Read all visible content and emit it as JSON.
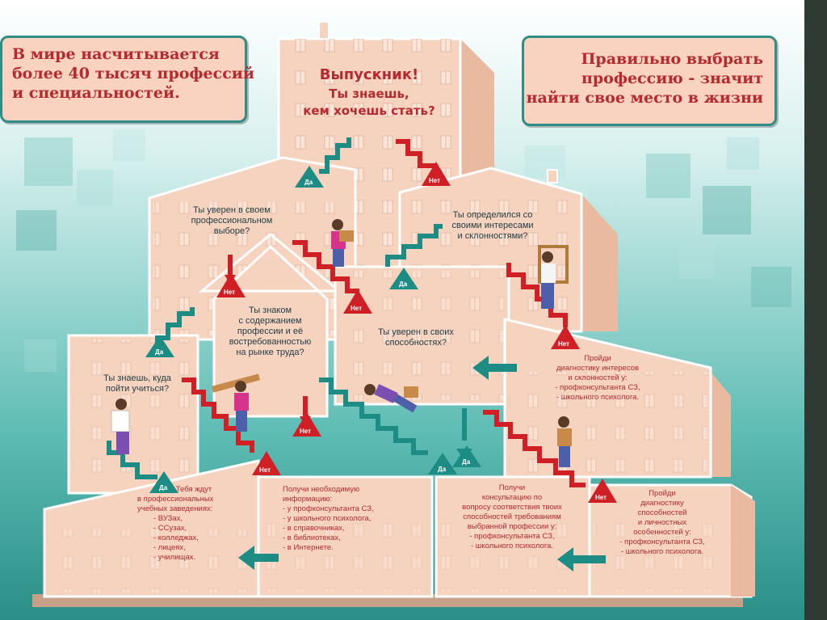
{
  "callouts": {
    "left": [
      "В мире насчитывается",
      "более 40 тысяч профессий",
      "и специальностей."
    ],
    "right": [
      "Правильно выбрать",
      "профессию - значит",
      "найти свое место в жизни"
    ]
  },
  "center": {
    "title": "Выпускник!",
    "subtitle": [
      "Ты знаешь,",
      "кем хочешь стать?"
    ]
  },
  "questions": {
    "q_confident_choice": [
      "Ты уверен в своем",
      "профессиональном",
      "выборе?"
    ],
    "q_interests": [
      "Ты определился со",
      "своими интересами",
      "и склонностями?"
    ],
    "q_familiar": [
      "Ты знаком",
      "с содержанием",
      "профессии и её",
      "востребованностью",
      "на рынке труда?"
    ],
    "q_abilities": [
      "Ты уверен в своих",
      "способностях?"
    ],
    "q_where_study": [
      "Ты знаешь, куда",
      "пойти учиться?"
    ]
  },
  "info": {
    "diag_interests": [
      "Пройди",
      "диагностику интересов",
      "и склонностей у:",
      "- профконсультанта СЗ,",
      "- школьного психолога."
    ],
    "diag_abilities": [
      "Пройди",
      "диагностику",
      "способностей",
      "и личностных",
      "особенностей у:",
      "- профконсультанта СЗ,",
      "- школьного психолога."
    ],
    "waiting": [
      "Тебя ждут",
      "в профессиональных",
      "учебных заведениях:",
      "- ВУЗах,",
      "- ССузах,",
      "- колледжах,",
      "- лицеях,",
      "- училищах."
    ],
    "get_info": [
      "Получи необходимую",
      "информацию:",
      "- у профконсультанта СЗ,",
      "- у школьного психолога,",
      "- в справочниках,",
      "- в библиотеках,",
      "- в Интернете."
    ],
    "consult": [
      "Получи",
      "консультацию по",
      "вопросу соответствия твоих",
      "способностей требованиям",
      "выбранной профессии у:",
      "- профконсультанта СЗ,",
      "- школьного психолога."
    ]
  },
  "labels": {
    "yes": "Да",
    "no": "Нет"
  },
  "colors": {
    "teal": "#1d8c85",
    "red": "#d11f26",
    "building": "#f6d3bf",
    "building_side": "#e9b9a0",
    "callout_text": "#b5292f",
    "background": "#8fd3cd"
  }
}
